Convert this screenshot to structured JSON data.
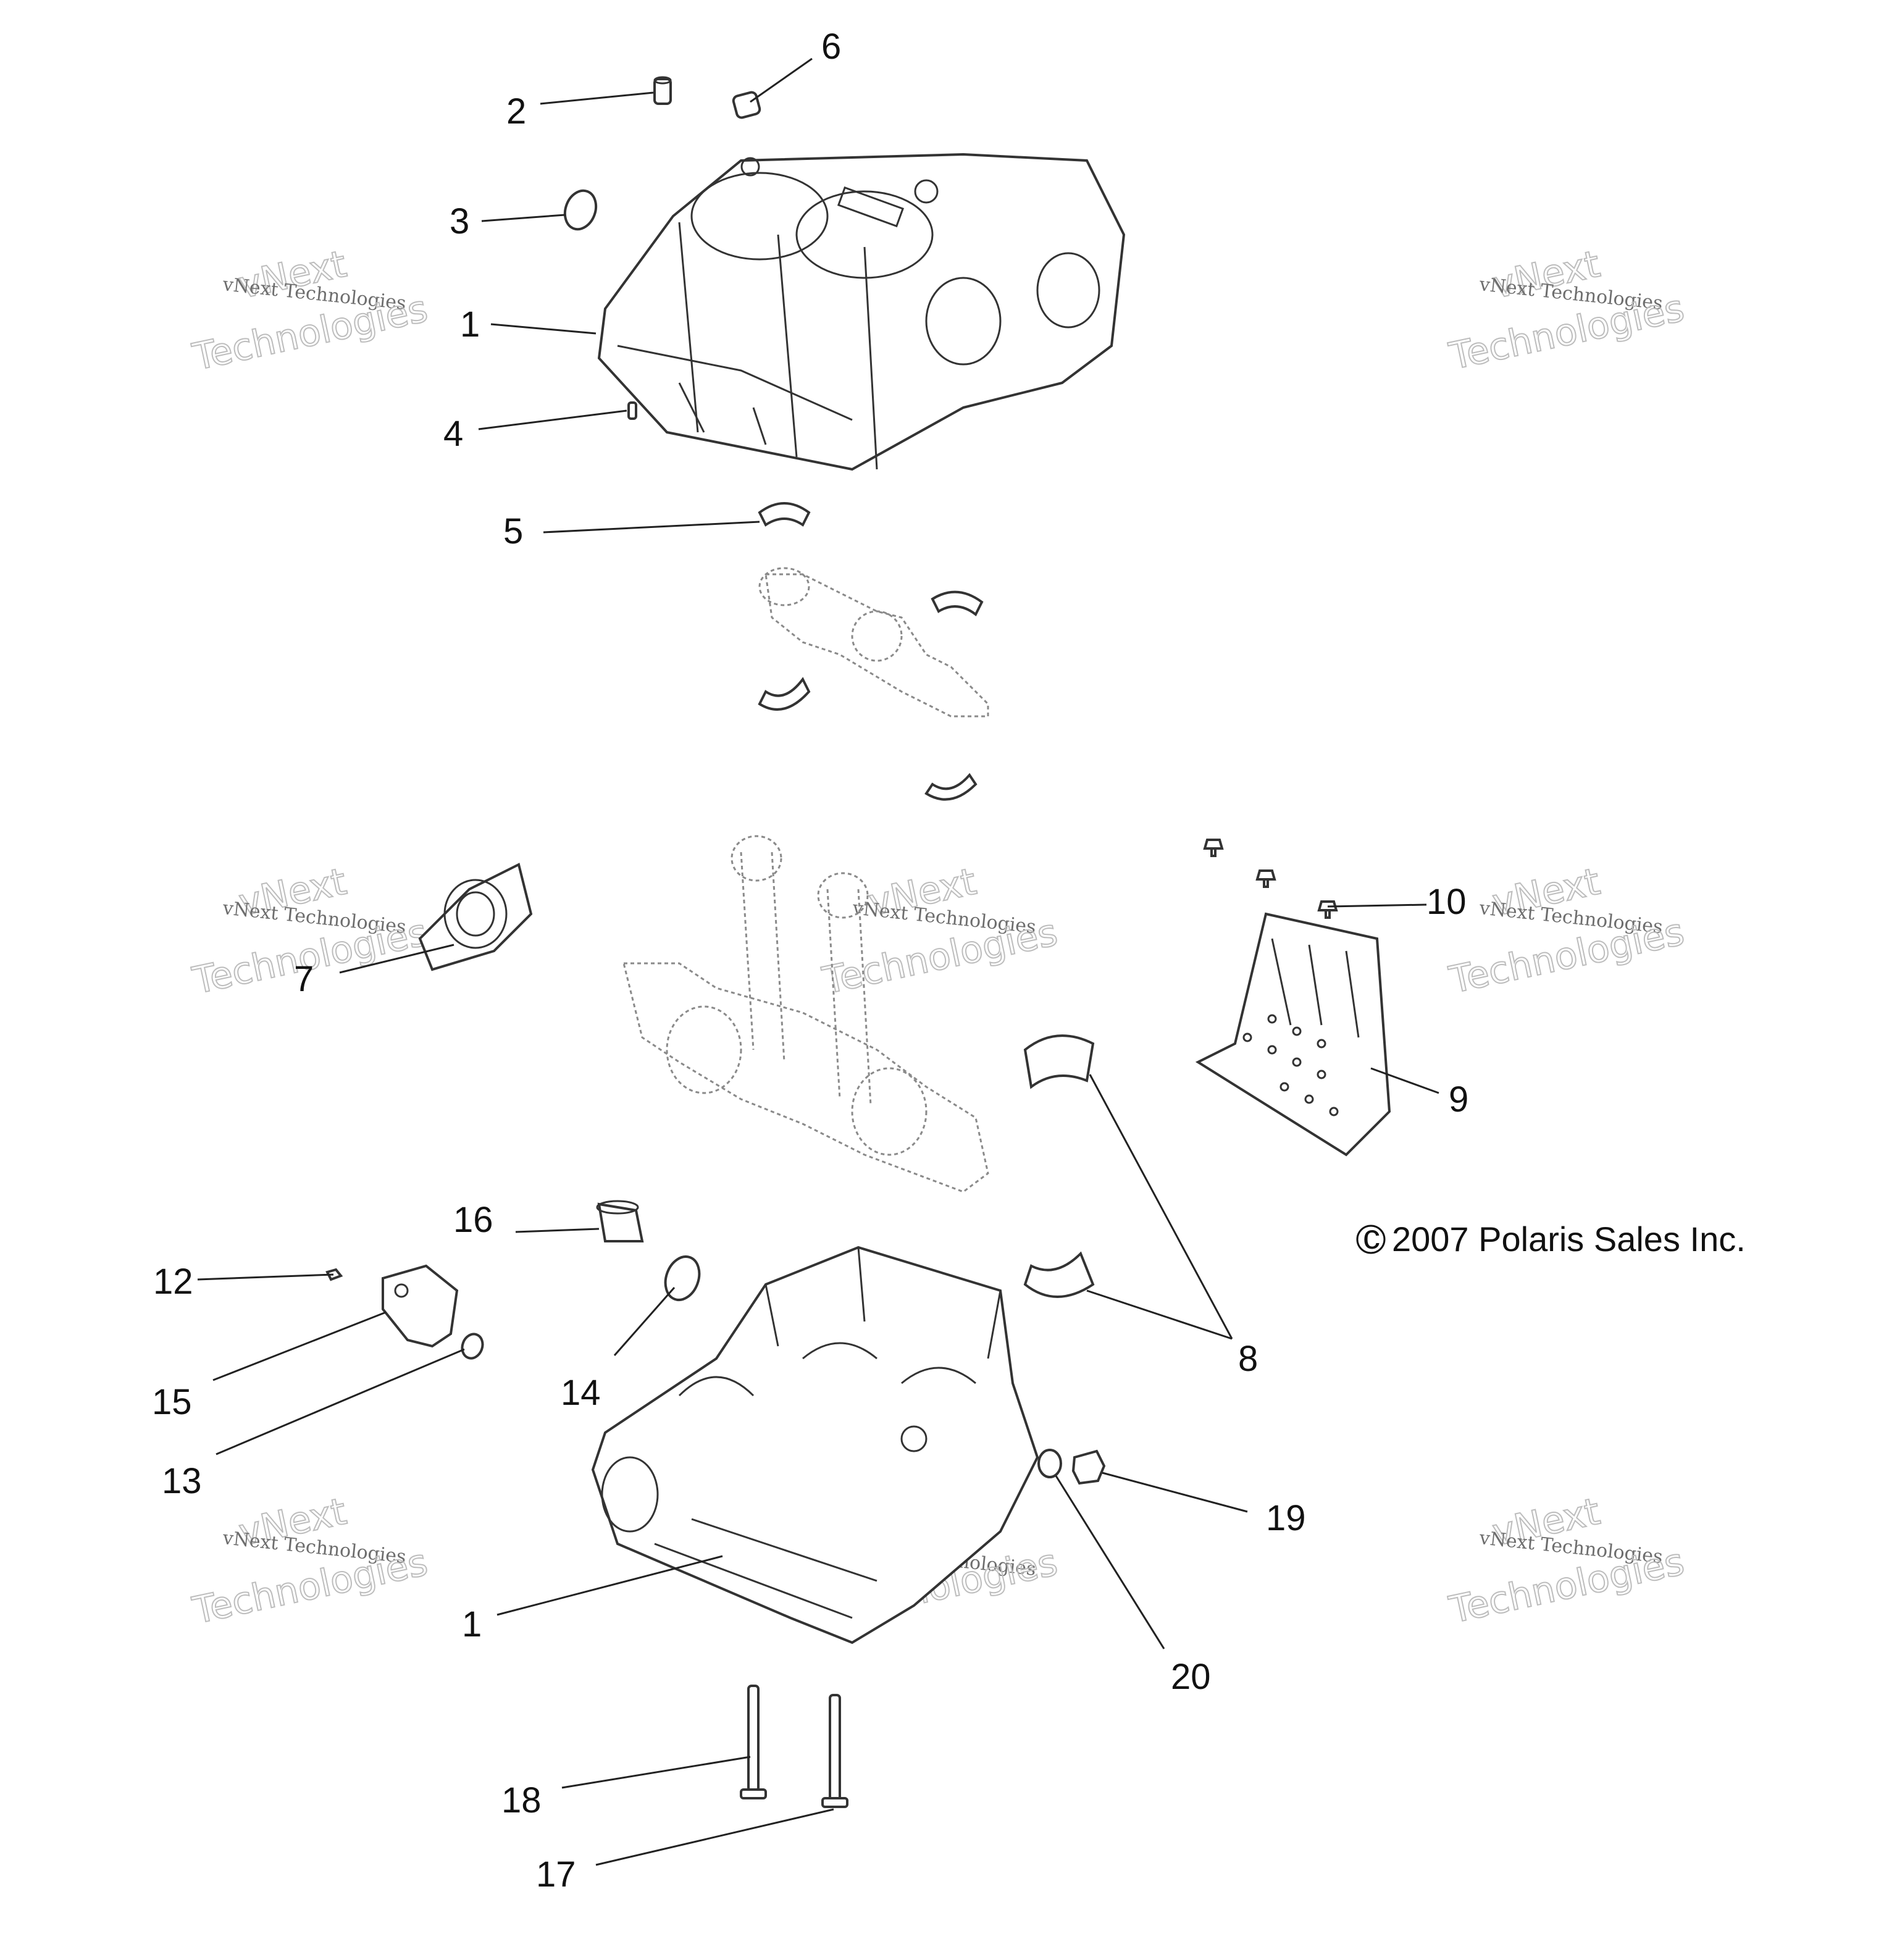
{
  "callouts": {
    "c1_top": "1",
    "c1_bottom": "1",
    "c2": "2",
    "c3": "3",
    "c4": "4",
    "c5": "5",
    "c6": "6",
    "c7": "7",
    "c8": "8",
    "c9": "9",
    "c10": "10",
    "c12": "12",
    "c13": "13",
    "c14": "14",
    "c15": "15",
    "c16": "16",
    "c17": "17",
    "c18": "18",
    "c19": "19",
    "c20": "20"
  },
  "copyright": {
    "symbol": "c",
    "text": "2007 Polaris Sales Inc."
  },
  "watermark": {
    "line1": "vNext Technologies",
    "line2": "vNext",
    "line3": "Technologies"
  }
}
